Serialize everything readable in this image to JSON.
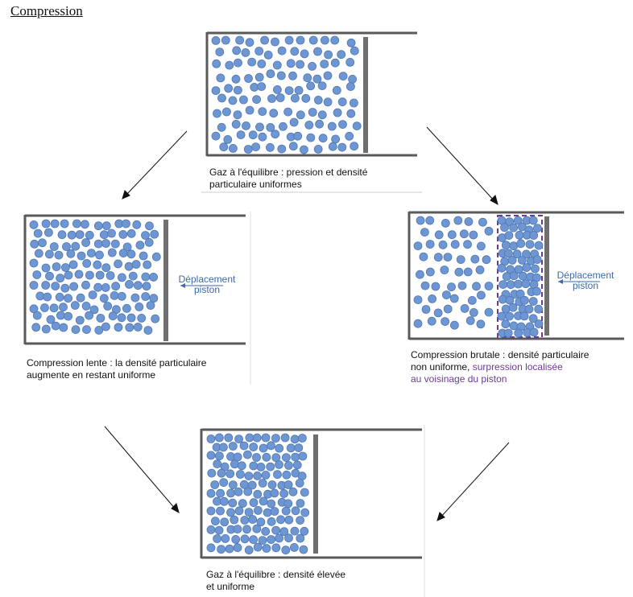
{
  "title": "Compression",
  "panels": {
    "top": {
      "caption_line1": "Gaz à l'équilibre : pression et densité",
      "caption_line2": "particulaire uniformes"
    },
    "left": {
      "caption_line1": "Compression lente : la densité particulaire",
      "caption_line2": "augmente en restant uniforme",
      "label_line1": "Déplacement",
      "label_line2": "piston"
    },
    "right": {
      "caption_line1": "Compression brutale : densité particulaire",
      "caption_line2": "non uniforme, ",
      "caption_line2_highlight": "surpression localisée",
      "caption_line3": "au voisinage du piston",
      "label_line1": "Déplacement",
      "label_line2": "piston"
    },
    "bottom": {
      "caption_line1": "Gaz à l'équilibre : densité élevée",
      "caption_line2": "et uniforme"
    }
  },
  "colors": {
    "particle": "#6d96d3",
    "particle_stroke": "#4f78b5",
    "wall": "#5a5a5a",
    "piston": "#6f6f6f",
    "highlight": "#6b3a96",
    "label": "#3a6aa8"
  }
}
